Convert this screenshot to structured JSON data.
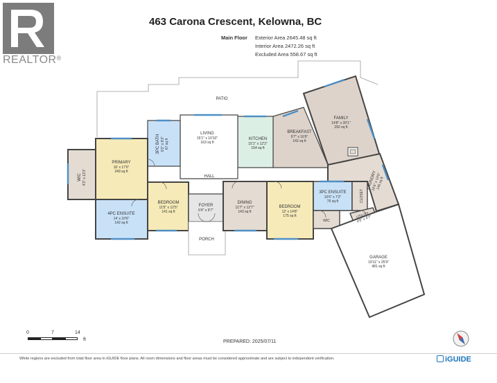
{
  "brand": {
    "name": "REALTOR",
    "mark": "®"
  },
  "title": "463 Carona Crescent, Kelowna, BC",
  "floor_summary": {
    "label": "Main Floor",
    "lines": [
      "Exterior Area 2645.48 sq ft",
      "Interior Area 2472.26 sq ft",
      "Excluded Area 558.67 sq ft"
    ]
  },
  "colors": {
    "bedroom": "#f6eab8",
    "bath": "#c9e1f7",
    "living": "#ffffff",
    "kitchen": "#dcefe4",
    "dining": "#e4dbd2",
    "breakfast": "#ddd3cb",
    "garage": "#ffffff",
    "wall": "#444444",
    "window": "#4d8fc6"
  },
  "rooms": {
    "patio": {
      "name": "PATIO"
    },
    "living": {
      "name": "LIVING",
      "dims": "15'1\" x 10'10\"",
      "area": "163 sq ft"
    },
    "kitchen": {
      "name": "KITCHEN",
      "dims": "15'1\" x 12'2\"",
      "area": "154 sq ft"
    },
    "breakfast": {
      "name": "BREAKFAST",
      "dims": "9'7\" x 16'6\"",
      "area": "142 sq ft"
    },
    "family": {
      "name": "FAMILY",
      "dims": "14'8\" x 20'1\"",
      "area": "292 sq ft"
    },
    "bath3_top": {
      "name": "3PC BATH",
      "dims": "8'2\" x 9'3\"",
      "area": "67 sq ft"
    },
    "primary": {
      "name": "PRIMARY",
      "dims": "16' x 17'6\"",
      "area": "249 sq ft"
    },
    "wic_left": {
      "name": "WIC",
      "dims": "4'3\" x 13'1\""
    },
    "hall": {
      "name": "HALL"
    },
    "ensuite4": {
      "name": "4PC ENSUITE",
      "dims": "14' x 10'6\"",
      "area": "142 sq ft"
    },
    "bedroom_a": {
      "name": "BEDROOM",
      "dims": "11'5\" x 12'5\"",
      "area": "141 sq ft"
    },
    "foyer": {
      "name": "FOYER",
      "dims": "6'4\" x 9'7\""
    },
    "porch": {
      "name": "PORCH"
    },
    "dining": {
      "name": "DINING",
      "dims": "11'7\" x 12'7\"",
      "area": "143 sq ft"
    },
    "bedroom_b": {
      "name": "BEDROOM",
      "dims": "12' x 14'8\"",
      "area": "175 sq ft"
    },
    "ensuite3": {
      "name": "3PC ENSUITE",
      "dims": "10'6\" x 7'2\"",
      "area": "76 sq ft"
    },
    "wic_right": {
      "name": "WIC"
    },
    "closet": {
      "name": "CLOSET"
    },
    "laundry": {
      "name": "LAUNDRY",
      "dims": "10'6\" x 13'6\"",
      "area": "146 sq ft"
    },
    "utility": {
      "name": "UTILITY",
      "dims": "4'6\" x 4'7\""
    },
    "garage": {
      "name": "GARAGE",
      "dims": "19'11\" x 25'9\"",
      "area": "481 sq ft"
    },
    "gas_icon": "fireplace-icon"
  },
  "scale": {
    "ticks": [
      "0",
      "7",
      "14"
    ],
    "unit": "ft"
  },
  "prepared": "PREPARED: 2025/07/11",
  "disclaimer": "White regions are excluded from total floor area in iGUIDE floor plans. All room dimensions and floor areas must be considered approximate and are subject to independent verification.",
  "footer_brand": "iGUIDE",
  "compass_icon": "compass-icon"
}
